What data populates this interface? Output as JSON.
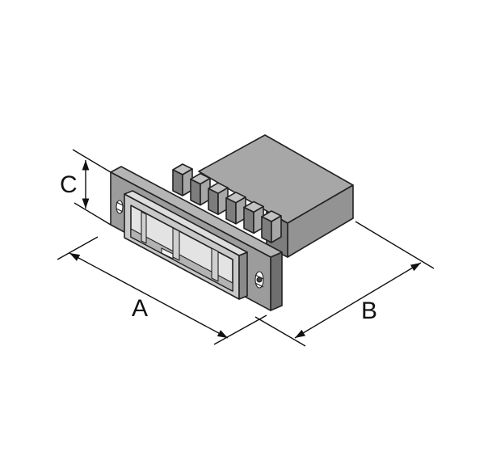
{
  "diagram": {
    "dimensions": {
      "a_label": "A",
      "b_label": "B",
      "c_label": "C"
    },
    "colors": {
      "body_top": "#a7a7a7",
      "body_side": "#7d7d7d",
      "body_end": "#939393",
      "flange_face": "#9c9c9c",
      "flange_edge": "#6f6f6f",
      "cavity": "#cfcfcf",
      "cavity_dark": "#b3b3b3",
      "rib": "#c2c2c2",
      "line": "#111111"
    }
  }
}
